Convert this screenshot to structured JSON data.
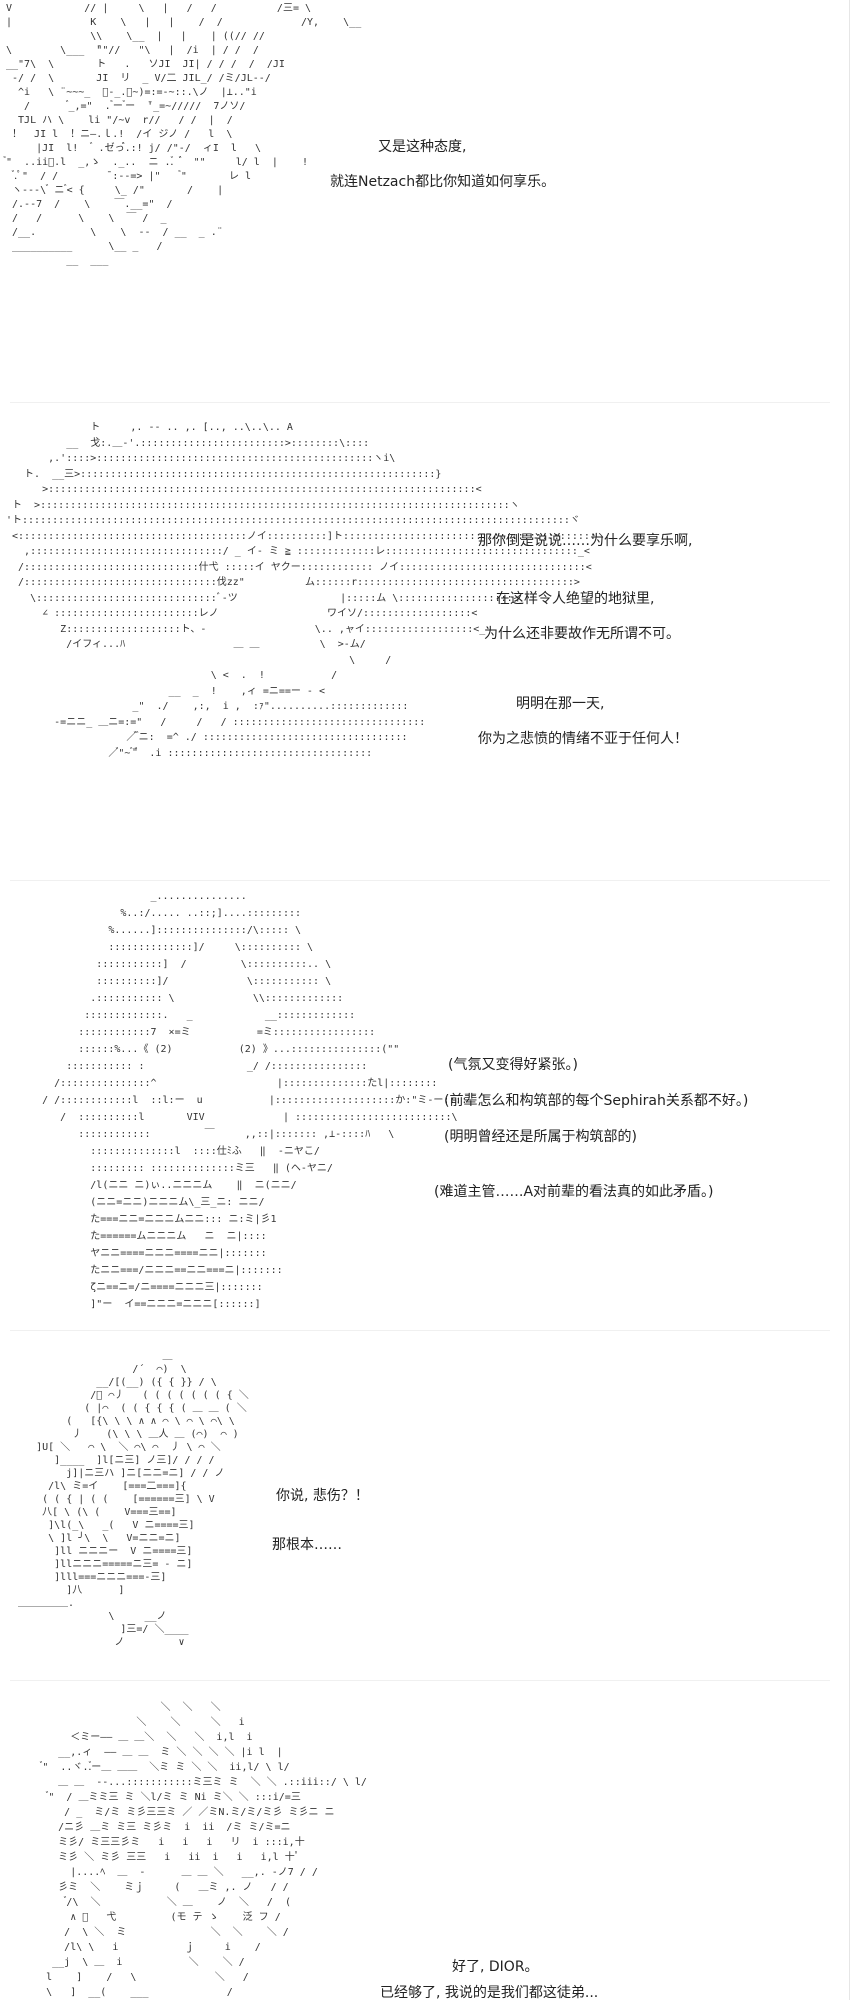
{
  "panels": [
    {
      "art": "V            // |     \\   |   /   /          /三= \\\n|             K    \\   |   |    /  /             /Y,    \\__\n              \\\\    \\__  |   |    | ((// //\n\\        \\___  ̄\"\"//   \"\\   |  /i  | / /  /\n__\"7\\  \\       ト   .   ソJI  JI| / / /  /  /JI\n -/ /  \\       JI  リ  _ V/二 JIL_/ /ミ/JL--/\n  ^i   \\ ¨~~~_  ゙-_.ｰ~)=:=-~::.\\ノ  |⊥..\"i\n   /       ゙_,=\"  . ゙ー ゙ー  ̄'_=~/////  7ノソ/\n  TJL ハ \\    li \"/~v  r//   / /  |  /\n ！  JI l  ！ニ―.ｌ.!  /イ ジノ /   l  \\\n     |JI  l!   ゙ .ゼっ゙゙.:! j/ /\"-/  ィI  l   \\\n゙\"  ..ii゙.l  _,ゝ  ._..  ニ ..゙  ゙゙  \"\"     l/ l  |    !\n  ゙.ﾟ\"  / /        ̄ :--=> |\"    ゙\"       レ l\n ヽ---\\ ゙ ニ ゙< {     \\_ /\"       /    |\n /.--7  /    \\    ￣.__=\"  /\n /   /      \\    \\  ￣ /  _\n /__.         \\    \\  --  / __  _ .¨\n __________      \\__ _   /\n          __  ___",
      "lines": [
        "又是这种态度,",
        "就连Netzach都比你知道如何享乐。"
      ]
    },
    {
      "art": "              ト     ,. -- .. ,. [.., ..\\..\\.. A\n          __  戈:.＿-'.::::::::::::::::::::::::>::::::::\\::::\n       ,.'::::>::::::::::::::::::::::::::::::::::::::::::::::ヽi\\\n   ト.  __三>:::::::::::::::::::::::::::::::::::::::::::::::::::::::::::}\n      >:::::::::::::::::::::::::::::::::::::::::::::::::::::::::::::::::::::::<\n ト  >::::::::::::::::::::::::::::::::::::::::::::::::::::::::::::::::::::::::::::::ヽ\n'ト:::::::::::::::::::::::::::::::::::::::::::::::::::::::::::::::::::::::::::::::::::::::::::ヾ\n <::::::::::::::::::::::::::::::::::::::ノイ::::::::::]ト::::::::::::::::::::::::::::::::::::::::::ヽ\n   ,::::::::::::::::::::::::::::::::/ _ イ- ミ ≧ :::::::::::::レ::::::::::::::::::::::::::::::::_<\n  /:::::::::::::::::::::::::::::什弋 :::::イ ヤクー:::::::::::: ノイ:::::::::::::::::::::::::::::::<\n  /::::::::::::::::::::::::::::::::伐zz\"          ム::::::r::::::::::::::::::::::::::::::::::::>\n    \\::::::::::::::::::::::::::::::ﾞ-ツ                 |:::::ム \\:::::::::::::::::::ィ\n      ∠ ::::::::::::::::::::::::レノ                  ワイソ/::::::::::::::::::<\n         Z:::::::::::::::::::ト、-                  \\.. ,ャイ::::::::::::::::::<_\n          /イフィ...ﾊ                  ＿ ＿          \\  >-ム/\n                                                         \\     /\n                                  \\ <  .  !           /\n                           __  _  !    ,ィ =ニ==ー ‐ <\n                     _\"  ./    ,:,  i ,  :ｧ\"..........:::::::::::::\n        -=ニニ_ ＿ニ=:=\"   /     /   / ::::::::::::::::::::::::::::::::\n                    ／゙ ゙ニ:  =^ ./ ::::::::::::::::::::::::::::::::::\n                 ／゙\"~ ゙\"゙  .i ::::::::::::::::::::::::::::::::::",
      "lines": [
        "那你倒是说说……为什么要享乐啊,",
        "在这样令人绝望的地狱里,",
        "为什么还非要故作无所谓不可。",
        "明明在那一天,",
        "你为之悲愤的情绪不亚于任何人！"
      ]
    },
    {
      "art": "                        _...............\n                   %..:/..... ..::;]....:::::::::\n                 %......]:::::::::::::::/\\::::: \\\n                 ::::::::::::::]/     \\:::::::::: \\\n               :::::::::::]  /         \\::::::::::.. \\\n               ::::::::::]/             \\::::::::::: \\\n              .::::::::::: \\             \\\\:::::::::::::\n             :::::::::::::.   _            __:::::::::::::\n            ::::::::::::7  ×=ミ           =ミ:::::::::::::::::\n            ::::::%...《 (2)           (2) 》...:::::::::::::::(\"\"\n          ::::::::::: :                 _/ /::::::::::::::::\n        /:::::::::::::::^                    |::::::::::::::たl|::::::::\n      / /::::::::::::l  ::l:ー  u           |::::::::::::::::::::か:\"ミ-ー::::\n         /  ::::::::::l       VIV             | ::::::::::::::::::::::::::\\\n            ::::::::::::         ￣     ,,::|::::::: ,⊥-::::ﾊ   \\\n              ::::::::::::::l  ::::仕ﾐふ   ‖  -ニヤこ/\n              ::::::::: ::::::::::::::ミ三   ‖ (ヘ-ヤニ/\n              /l(ニニ ニ)ぃ..ニニニム    ‖  ニ(ニニ/\n              (ニニ=ニニ)ニニニム\\_三_ニ: ニニ/\n              た===ニニ=ニニニムニニ::: ニ:ミ|彡1\n              た======ムニニニム   ニ  ニ|::::\n              ヤニニ====ニニニ====ニニ|:::::::\n              たニニ===/ニニニ==ニニ===ニ|:::::::\n              ζニ==ニ=/ニ====ニニニ三|:::::::\n              ]\"ー  イ==ニニニ=ニニニ[::::::]",
      "lines": [
        "(气氛又变得好紧张。)",
        "(前辈怎么和构筑部的每个Sephirah关系都不好。)",
        "(明明曾经还是所属于构筑部的)",
        "(难道主管……A对前辈的看法真的如此矛盾。)"
      ]
    },
    {
      "art": "                          ＿\n                     /´  ⌒)  \\\n               __/[(__) ({ { }} / \\\n              /゙ ⌒丿   ( ( ( ( ( ( ( { ＼\n             ( |⌒  ( ( { { { ( ＿ ＿ ( ＼\n          (   [{\\ \\ \\ ∧ ∧ ⌒ \\ ⌒ \\ ⌒\\ \\\n           丿    (\\ \\ \\ ＿人 ＿ (⌒)  ⌒ )\n     ]U[ ＼   ⌒ \\  ＼ ⌒\\ ⌒  丿 \\ ⌒ ＼\n        ]____  ]l[ニ三] ノ三]/ / / /\n          j]|ニ三ハ ]ニ[ニニ=ニ] / / ノ\n       /l\\ ミ=イ    [===二===]{\n      ( ( { | ( (    [======三] \\ V\n      八[ \\ (\\ (    V===三==]\n       ]\\l(_\\   _(   V ニ====三]\n       \\ ]l ╯\\  \\   V=ニニ=ニ]\n        ]ll ニニニー  V ニ====三]\n        ]llニニニ=====ニ三= - ニ]\n        ]lll===ニニニ===-三]\n          ]八      ]\n  ＿＿＿＿＿.\n                 \\     __ノ\n                   ]三=/ ＼____\n                  ノ         ∨",
      "lines": [
        "你说, 悲伤？！",
        "那根本……"
      ]
    },
    {
      "art": "                         ＼  ＼   ＼\n                     ＼    ＼     ＼   i\n          ＜ミー―― ＿ ＿＼  ＼   ＼  i,l  i\n        __,.ィ  ―― ＿ ＿  ミ ＼ ＼ ＼ ＼ |i l  |\n      ゙\"  ..ヾ..゙ー＿ ＿＿  ＼ミ ミ ＼ ＼  ii,l/ \\ l/\n        ＿ ＿  --...:::::::::::ミ三ミ ミ  ＼ ＼ .::iii::/ \\ l/\n       ゙\"  / ＿ミミ三 ミ ＼l/ミ ミ Ni ミ＼ ＼ :::i/=三\n         / _  ミ/ミ ミ彡三三ミ ／ ／ミN.ミ/ミ/ミ彡 ミ彡ニ ニ\n        /ニ彡 ＿ミ ミ三 ミ彡ミ  i  ii  /ミ ミ/ミ=ニ\n        ミ彡/ ミ三三彡ミ   i   i   i   リ  i :::i,十\n        ミ彡 ＼ ミ彡 三三   i   ii  i   i   i,l 十ﾟ\n          |....ﾍ  ＿  -      ＿ ＿ ＼   __,. -ノ7 / /\n        彡ミ  ＼    ミｊ     (   ＿ミ ,. ノ   / /\n          ゙/\\  ＼           ＼ ＿    ノ  ＼   /  (\n          ∧ ﾟ   弋         (モ テ ゝ    泛 フ /\n         /  \\ ＼  ミ              ＼  ＼    ＼ /\n         /l\\ \\   i           ｊ     i    /\n       __j  \\ ＿  i           ＼    ＼ /\n      l    ]    /   \\             ＼   /\n      \\   ]  __(    ___             /",
      "lines": [
        "好了, DIOR。",
        "已经够了, 我说的是我们都这徒弟..."
      ]
    }
  ]
}
